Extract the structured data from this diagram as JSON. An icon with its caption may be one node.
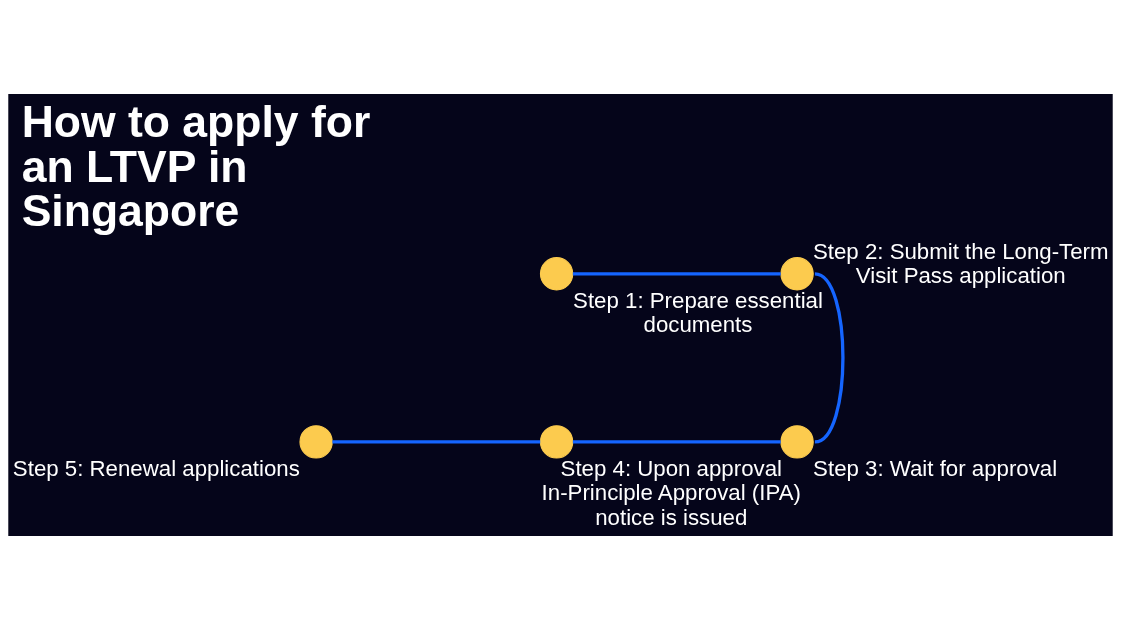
{
  "diagram": {
    "title": "How to apply for an LTVP in Singapore",
    "nodes": [
      {
        "text": [],
        "shape": "circle",
        "beside": [
          "Step 1: Prepare essential documents"
        ]
      },
      {
        "text": [],
        "shape": "circle",
        "beside": [
          "Step 2: Submit the Long-Term Visit Pass application"
        ]
      },
      {
        "text": [],
        "shape": "circle",
        "beside": [
          "Step 3: Wait for approval"
        ]
      },
      {
        "text": [],
        "shape": "circle",
        "beside": [
          "Step 4: Upon approval In-Principle Approval (IPA) notice is issued"
        ]
      },
      {
        "text": [],
        "shape": "circle",
        "beside": [
          "Step 5: Renewal applications"
        ]
      }
    ],
    "edges": [
      {
        "from": 0,
        "to": 1,
        "arrow": "none"
      },
      {
        "from": 1,
        "to": 2,
        "arrow": "none"
      },
      {
        "from": 2,
        "to": 3,
        "arrow": "none"
      },
      {
        "from": 3,
        "to": 4,
        "arrow": "none"
      }
    ]
  }
}
